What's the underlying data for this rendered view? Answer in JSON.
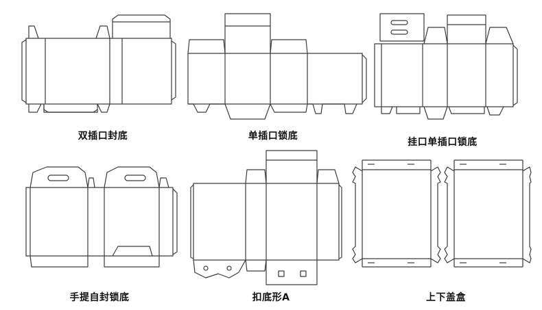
{
  "diagrams": [
    {
      "label": "双插口封底"
    },
    {
      "label": "单插口锁底"
    },
    {
      "label": "挂口单插口锁底"
    },
    {
      "label": "手提自封锁底"
    },
    {
      "label": "扣底形A"
    },
    {
      "label": "上下盖盒"
    }
  ],
  "line_color": "#3a3a3a",
  "background": "#ffffff"
}
